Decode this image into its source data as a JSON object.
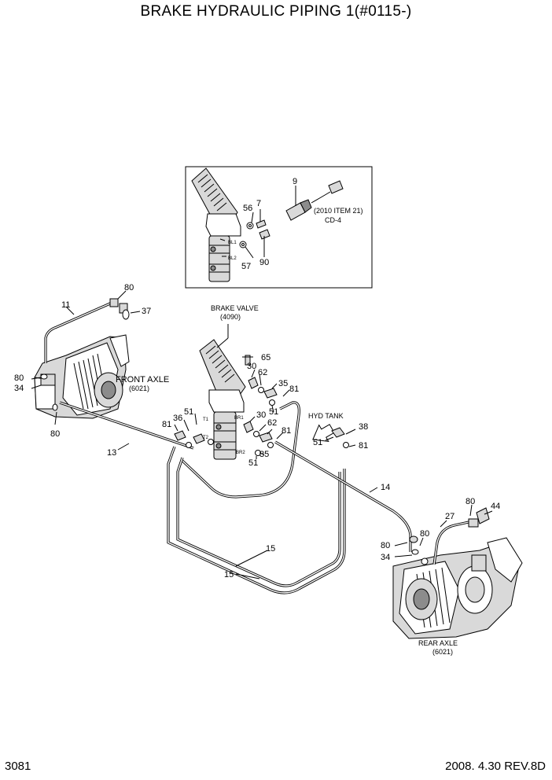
{
  "title": "BRAKE HYDRAULIC PIPING 1(#0115-)",
  "page_number": "3081",
  "revision": "2008. 4.30  REV.8D",
  "callouts": {
    "inset": {
      "item_9": "9",
      "item_7": "7",
      "item_56": "56",
      "item_57": "57",
      "item_90": "90",
      "ref_2010": "(2010 ITEM 21)",
      "ref_cd4": "CD-4",
      "port_bl1": "BL1",
      "port_bl2": "BL2"
    },
    "brake_valve": "BRAKE VALVE",
    "brake_valve_ref": "(4090)",
    "front_axle": "FRONT AXLE",
    "front_axle_ref": "(6021)",
    "rear_axle": "REAR AXLE",
    "rear_axle_ref": "(6021)",
    "hyd_tank": "HYD  TANK",
    "port_t1": "T1",
    "port_t2": "T2",
    "port_br1": "BR1",
    "port_br2": "BR2",
    "n80": "80",
    "n11": "11",
    "n37": "37",
    "n34": "34",
    "n13": "13",
    "n65": "65",
    "n30": "30",
    "n62": "62",
    "n35": "35",
    "n81": "81",
    "n51": "51",
    "n36": "36",
    "n38": "38",
    "n14": "14",
    "n15": "15",
    "n27": "27",
    "n44": "44"
  }
}
